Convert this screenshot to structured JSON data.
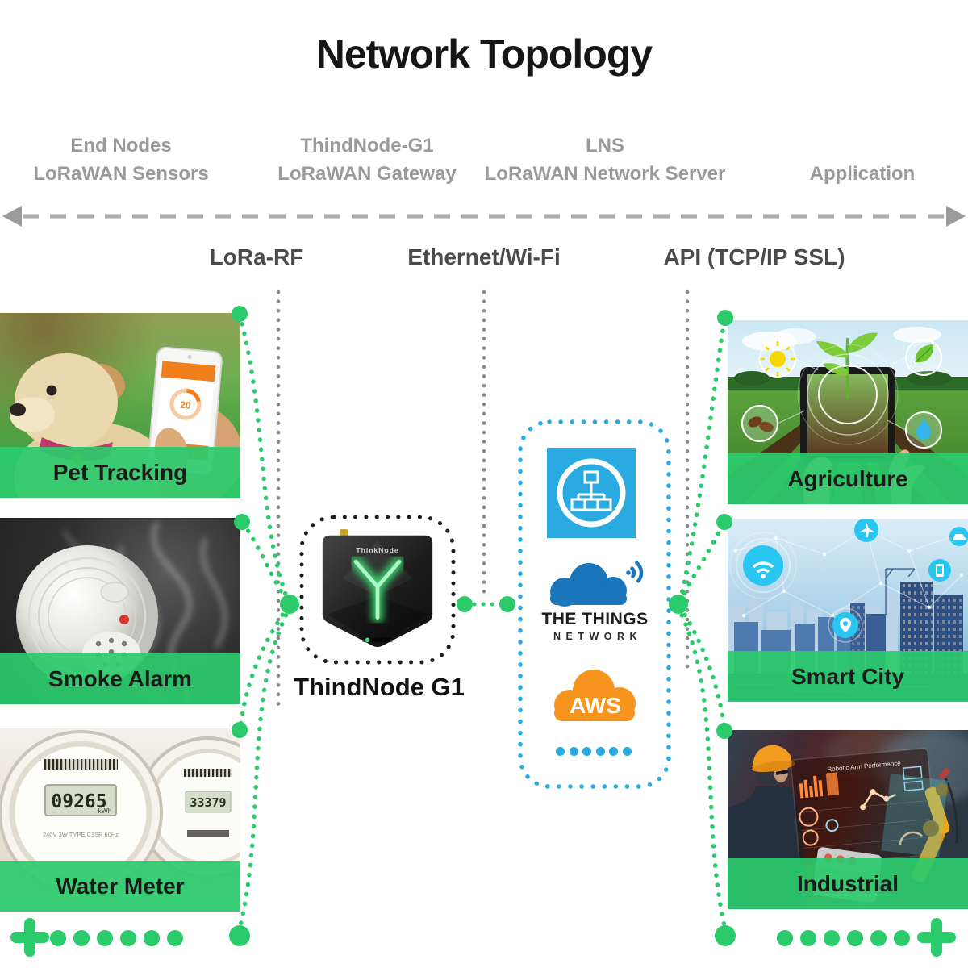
{
  "title": "Network Topology",
  "header": {
    "col1": {
      "line1": "End Nodes",
      "line2": "LoRaWAN Sensors"
    },
    "col2": {
      "line1": "ThindNode-G1",
      "line2": "LoRaWAN Gateway"
    },
    "col3": {
      "line1": "LNS",
      "line2": "LoRaWAN Network Server"
    },
    "col4": {
      "line1": "Application"
    }
  },
  "protocols": {
    "lora": "LoRa-RF",
    "ethernet": "Ethernet/Wi-Fi",
    "api": "API (TCP/IP SSL)"
  },
  "cards": {
    "pet": "Pet Tracking",
    "smoke": "Smoke Alarm",
    "water": "Water Meter",
    "agriculture": "Agriculture",
    "city": "Smart City",
    "industrial": "Industrial"
  },
  "gateway": {
    "label": "ThindNode G1",
    "brand": "ThinkNode"
  },
  "lns": {
    "ttn1": "THE THINGS",
    "ttn2": "NETWORK",
    "aws": "AWS"
  },
  "details": {
    "phone_value": "20",
    "meter1": "09265",
    "meter1_unit": "kWh",
    "meter2": "33379",
    "meter_spec": "240V  3W  TYPE C1SR  60Hz",
    "industrial_screen": "Robotic Arm Performance"
  },
  "colors": {
    "green": "#2BCB6C",
    "lns_blue": "#29ABE2",
    "ttn_blue": "#1B75BB",
    "aws_orange": "#F7941E",
    "header_gray": "#9A9A9A",
    "proto_gray": "#4A4A4A"
  }
}
